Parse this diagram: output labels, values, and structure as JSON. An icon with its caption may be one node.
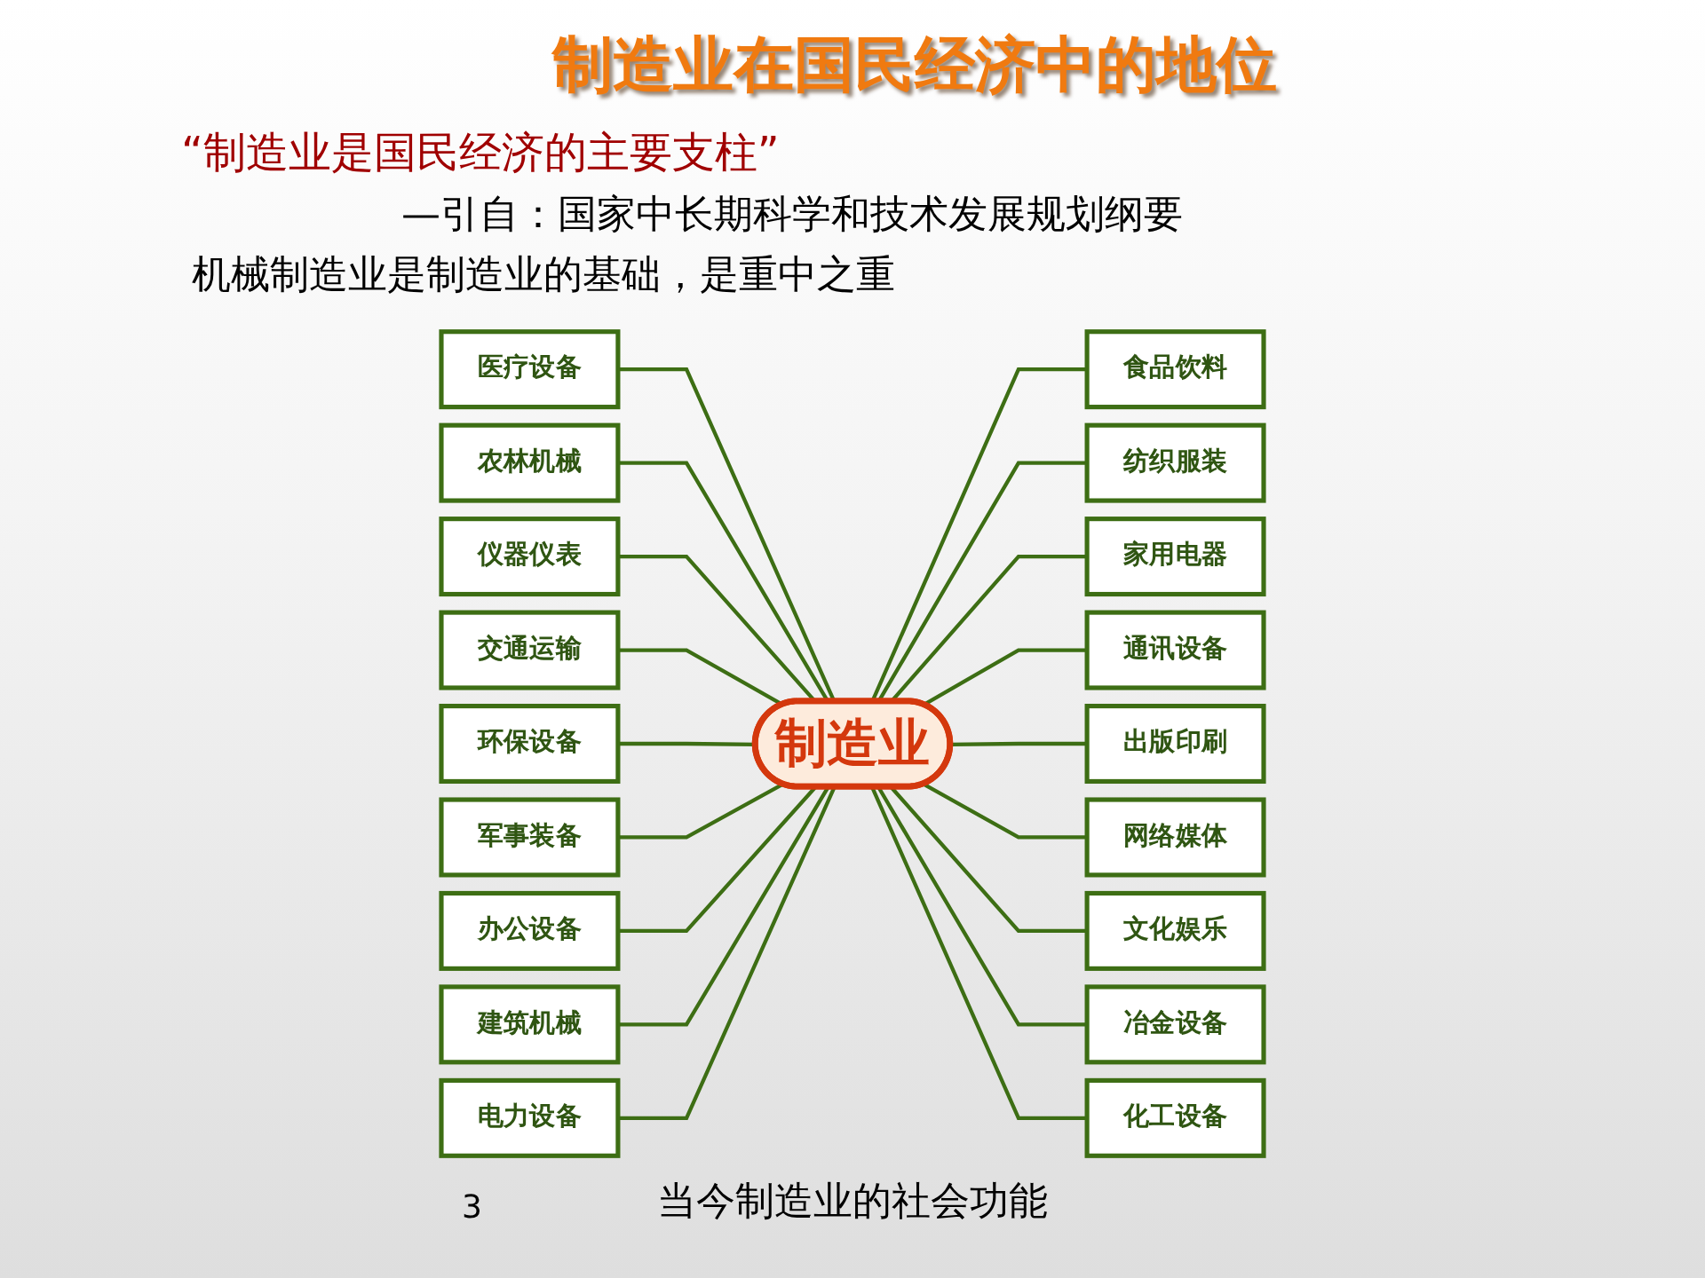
{
  "diagram": {
    "title": "制造业在国民经济中的地位",
    "caption": "当今制造业的社会功能",
    "nodes": [
      {
        "text": [
          "医疗设备"
        ]
      },
      {
        "text": [
          "农林机械"
        ]
      },
      {
        "text": [
          "食品饮料"
        ]
      },
      {
        "text": [
          "纺织服装"
        ]
      },
      {
        "text": [
          "仪器仪表"
        ]
      },
      {
        "text": [
          "家用电器"
        ]
      },
      {
        "text": [
          "交通运输"
        ]
      },
      {
        "text": [
          "通讯设备"
        ]
      },
      {
        "text": [
          "环保设备"
        ]
      },
      {
        "text": [
          "制造业"
        ]
      },
      {
        "text": [
          "出版印刷"
        ]
      },
      {
        "text": [
          "军事装备"
        ]
      },
      {
        "text": [
          "网络媒体"
        ]
      },
      {
        "text": [
          "办公设备"
        ]
      },
      {
        "text": [
          "文化娱乐"
        ]
      },
      {
        "text": [
          "建筑机械"
        ]
      },
      {
        "text": [
          "电力设备"
        ]
      },
      {
        "text": [
          "冶金设备"
        ]
      },
      {
        "text": [
          "化工设备"
        ]
      }
    ],
    "edges": [
      {
        "from": 0,
        "to": 9,
        "arrow": "none"
      },
      {
        "from": 1,
        "to": 9,
        "arrow": "none"
      },
      {
        "from": 9,
        "to": 2,
        "arrow": "none"
      },
      {
        "from": 9,
        "to": 3,
        "arrow": "none"
      },
      {
        "from": 4,
        "to": 9,
        "arrow": "none"
      },
      {
        "from": 9,
        "to": 5,
        "arrow": "none"
      },
      {
        "from": 6,
        "to": 9,
        "arrow": "none"
      },
      {
        "from": 9,
        "to": 7,
        "arrow": "none"
      },
      {
        "from": 8,
        "to": 9,
        "arrow": "none"
      },
      {
        "from": 9,
        "to": 10,
        "arrow": "none"
      },
      {
        "from": 11,
        "to": 9,
        "arrow": "none"
      },
      {
        "from": 9,
        "to": 12,
        "arrow": "none"
      },
      {
        "from": 13,
        "to": 9,
        "arrow": "none"
      },
      {
        "from": 9,
        "to": 14,
        "arrow": "none"
      },
      {
        "from": 15,
        "to": 9,
        "arrow": "none"
      },
      {
        "from": 16,
        "to": 9,
        "arrow": "none"
      },
      {
        "from": 9,
        "to": 17,
        "arrow": "none"
      },
      {
        "from": 9,
        "to": 18,
        "arrow": "none"
      }
    ],
    "labels": [
      "“制造业是国民经济的主要支柱”",
      "—引自：国家中长期科学和技术发展规划纲要",
      "机械制造业是制造业的基础，是重中之重",
      "3"
    ]
  }
}
